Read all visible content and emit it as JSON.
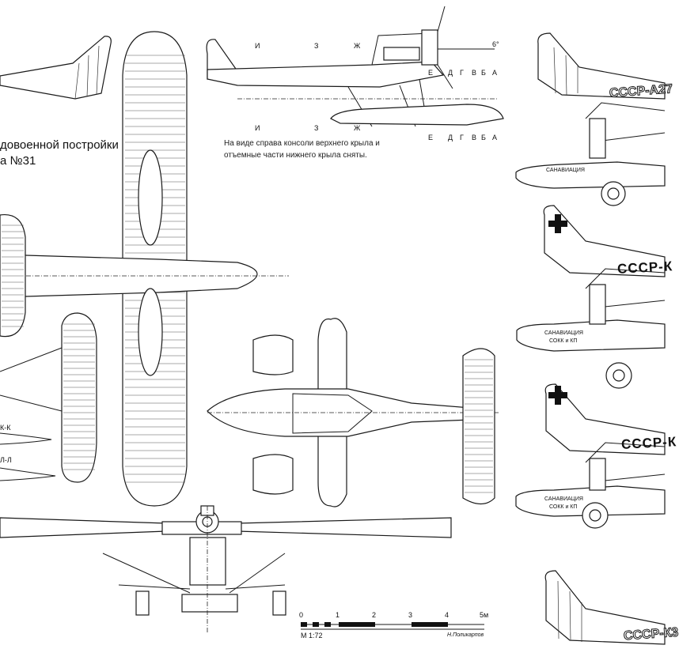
{
  "header": {
    "title_line1": "довоенной постройки",
    "title_line2": "а №31"
  },
  "note": {
    "line1": "На виде справа консоли верхнего крыла и",
    "line2": "отъемные части нижнего крыла сняты."
  },
  "sections_top": [
    "И",
    "З",
    "Ж",
    "Е",
    "Д",
    "Г",
    "В",
    "Б",
    "А"
  ],
  "sections_bottom": [
    "И",
    "З",
    "Ж",
    "Е",
    "Д",
    "Г",
    "В",
    "Б",
    "А"
  ],
  "angle_label": "6°",
  "section_labels": {
    "k": "К-К",
    "l": "Л-Л"
  },
  "liveries": {
    "reg_1": "СССР-А27",
    "reg_2": "СССР-К",
    "reg_3": "СССР-К",
    "reg_4": "СССР-К3",
    "maker_1": "САНАВИАЦИЯ",
    "maker_2": "САНАВИАЦИЯ",
    "maker_2_sub": "СОКК и КП",
    "maker_3": "САНАВИАЦИЯ",
    "maker_3_sub": "СОКК и КП"
  },
  "scale": {
    "ticks": [
      "0",
      "1",
      "2",
      "3",
      "4",
      "5м"
    ],
    "ratio": "М 1:72",
    "author": "Н.Поликарпов"
  }
}
